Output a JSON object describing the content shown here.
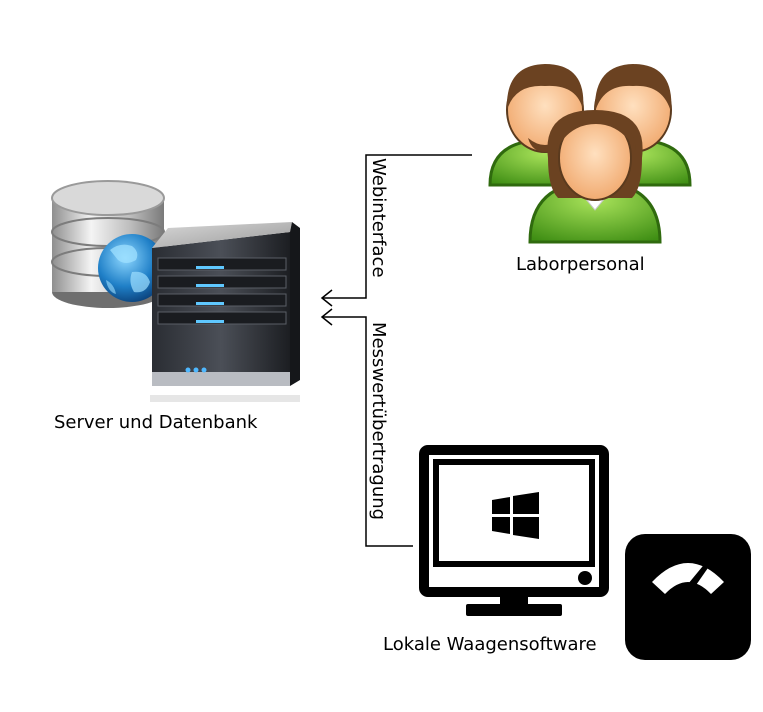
{
  "nodes": {
    "server": {
      "label": "Server und Datenbank"
    },
    "staff": {
      "label": "Laborpersonal"
    },
    "client": {
      "label": "Lokale Waagensoftware"
    }
  },
  "edges": {
    "web": {
      "label": "Webinterface"
    },
    "measure": {
      "label": "Messwertübertragung"
    }
  }
}
